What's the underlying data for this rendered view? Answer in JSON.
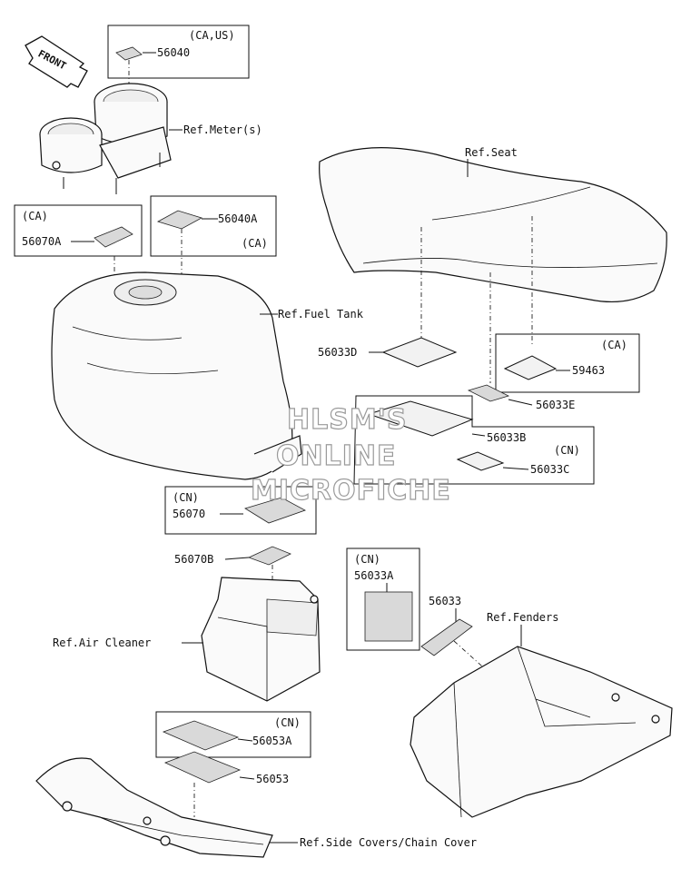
{
  "direction_arrow": "FRONT",
  "parts": {
    "p56040": "56040",
    "p56040A": "56040A",
    "p56070A": "56070A",
    "p56033D": "56033D",
    "p59463": "59463",
    "p56033E": "56033E",
    "p56033B": "56033B",
    "p56033C": "56033C",
    "p56070": "56070",
    "p56070B": "56070B",
    "p56033A": "56033A",
    "p56033": "56033",
    "p56053A": "56053A",
    "p56053": "56053"
  },
  "regions": {
    "ca_us": "(CA,US)",
    "ca_1": "(CA)",
    "ca_2": "(CA)",
    "ca_3": "(CA)",
    "cn_1": "(CN)",
    "cn_2": "(CN)",
    "cn_3": "(CN)",
    "cn_4": "(CN)"
  },
  "refs": {
    "meter": "Ref.Meter(s)",
    "seat": "Ref.Seat",
    "fuel_tank": "Ref.Fuel Tank",
    "air_cleaner": "Ref.Air Cleaner",
    "fenders": "Ref.Fenders",
    "side_covers": "Ref.Side Covers/Chain Cover"
  },
  "watermark": {
    "line1": "HLSM'S",
    "line2": "ONLINE",
    "line3": "MICROFICHE"
  }
}
